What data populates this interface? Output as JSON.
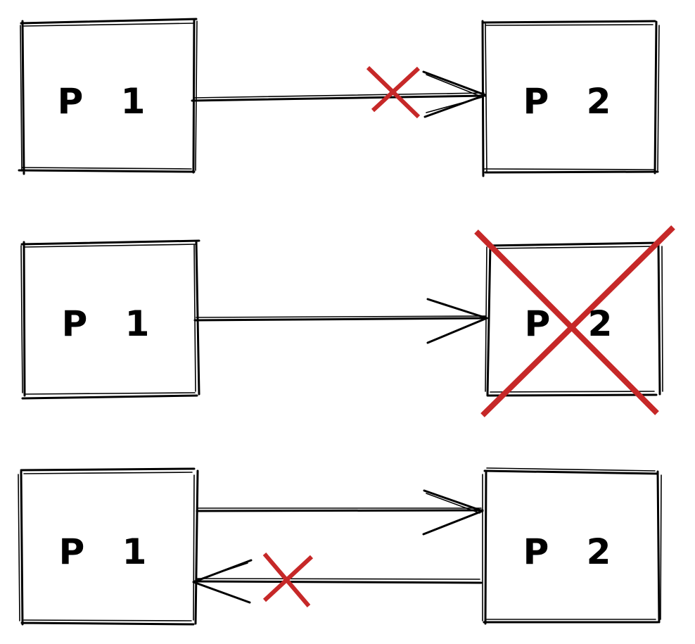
{
  "colors": {
    "ink": "#000000",
    "cross": "#c62828",
    "background": "#ffffff"
  },
  "scenarios": [
    {
      "left_box": {
        "label": "P 1"
      },
      "right_box": {
        "label": "P 2"
      },
      "connections": [
        {
          "from": "P 1",
          "to": "P 2",
          "failed": true
        }
      ],
      "right_box_failed": false
    },
    {
      "left_box": {
        "label": "P 1"
      },
      "right_box": {
        "label": "P 2"
      },
      "connections": [
        {
          "from": "P 1",
          "to": "P 2",
          "failed": false
        }
      ],
      "right_box_failed": true
    },
    {
      "left_box": {
        "label": "P 1"
      },
      "right_box": {
        "label": "P 2"
      },
      "connections": [
        {
          "from": "P 1",
          "to": "P 2",
          "failed": false
        },
        {
          "from": "P 2",
          "to": "P 1",
          "failed": true
        }
      ],
      "right_box_failed": false
    }
  ]
}
